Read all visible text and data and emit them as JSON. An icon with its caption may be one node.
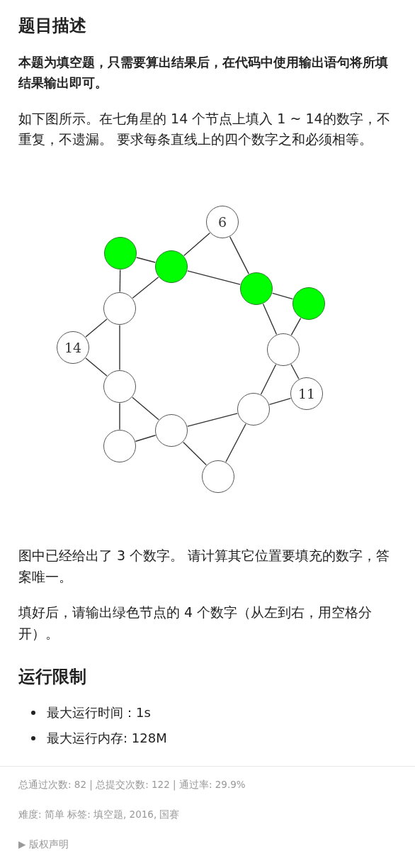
{
  "diagram": {
    "title": "题目描述",
    "nodes": [
      {
        "text": [
          "6"
        ]
      },
      {
        "text": [],
        "shape": "circle"
      },
      {
        "text": [],
        "shape": "circle"
      },
      {
        "text": [],
        "shape": "circle"
      },
      {
        "text": [],
        "shape": "circle"
      },
      {
        "text": [],
        "shape": "circle"
      },
      {
        "text": [
          "14"
        ]
      },
      {
        "text": [],
        "shape": "circle"
      },
      {
        "text": [
          "11"
        ]
      },
      {
        "text": [],
        "shape": "circle"
      },
      {
        "text": [],
        "shape": "circle"
      },
      {
        "text": [],
        "shape": "circle"
      },
      {
        "text": [],
        "shape": "circle"
      },
      {
        "text": [],
        "shape": "circle"
      }
    ],
    "edges": [
      {
        "from": 0,
        "to": 2,
        "arrow": "none"
      },
      {
        "from": 0,
        "to": 3,
        "arrow": "none"
      },
      {
        "from": 1,
        "to": 2,
        "arrow": "none"
      },
      {
        "from": 2,
        "to": 3,
        "arrow": "none"
      },
      {
        "from": 3,
        "to": 4,
        "arrow": "none"
      },
      {
        "from": 1,
        "to": 5,
        "arrow": "none"
      },
      {
        "from": 2,
        "to": 5,
        "arrow": "none"
      },
      {
        "from": 5,
        "to": 6,
        "arrow": "none"
      },
      {
        "from": 3,
        "to": 7,
        "arrow": "none"
      },
      {
        "from": 4,
        "to": 7,
        "arrow": "none"
      },
      {
        "from": 7,
        "to": 8,
        "arrow": "none"
      },
      {
        "from": 5,
        "to": 9,
        "arrow": "none"
      },
      {
        "from": 6,
        "to": 9,
        "arrow": "none"
      },
      {
        "from": 9,
        "to": 12,
        "arrow": "none"
      },
      {
        "from": 9,
        "to": 11,
        "arrow": "none"
      },
      {
        "from": 12,
        "to": 11,
        "arrow": "none"
      },
      {
        "from": 11,
        "to": 10,
        "arrow": "none"
      },
      {
        "from": 7,
        "to": 10,
        "arrow": "none"
      },
      {
        "from": 8,
        "to": 10,
        "arrow": "none"
      },
      {
        "from": 11,
        "to": 13,
        "arrow": "none"
      },
      {
        "from": 10,
        "to": 13,
        "arrow": "none"
      }
    ],
    "labels": [
      "本题为填空题，只需要算出结果后，在代码中使用输出语句将所填结果输出即可。",
      "如下图所示。在七角星的 14 个节点上填入 1 ~ 14的数字，不重复，不遗漏。 要求每条直线上的四个数字之和必须相等。",
      "图中已经给出了 3 个数字。 请计算其它位置要填充的数字，答案唯一。",
      "填好后，请输出绿色节点的 4 个数字（从左到右，用空格分开）。",
      "运行限制",
      "最大运行时间：1s",
      "最大运行内存: 128M",
      "总通过次数: 82 | 总提交次数: 122 | 通过率: 29.9%",
      "难度: 简单 标签: 填空题, 2016, 国赛",
      "▶ 版权声明"
    ]
  }
}
